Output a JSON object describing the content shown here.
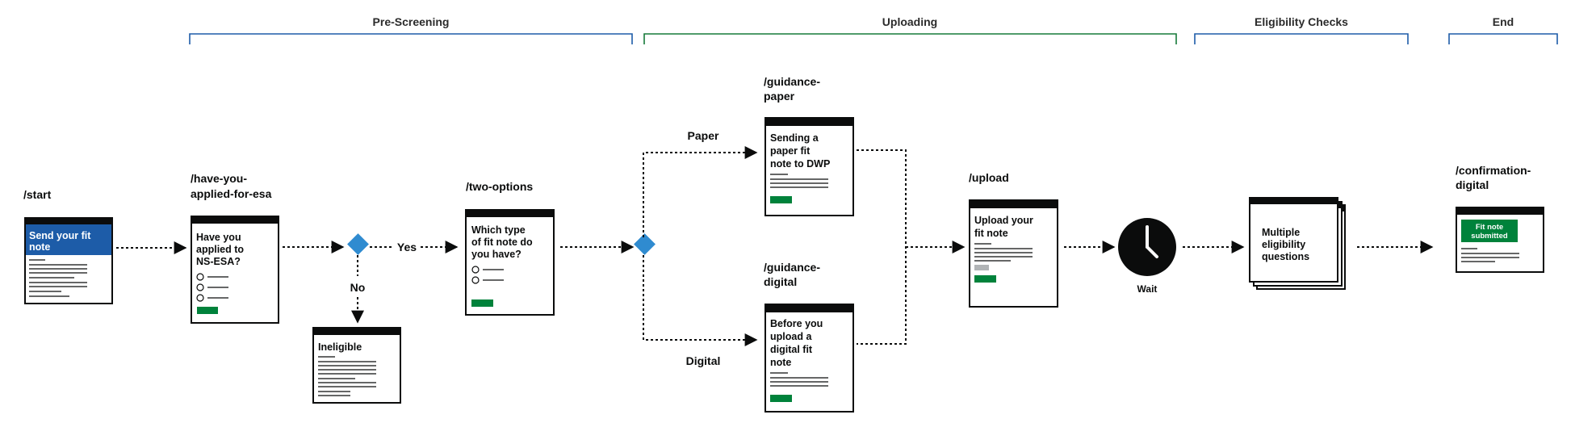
{
  "colors": {
    "blue_bracket": "#1d5ca8",
    "green_bracket": "#177a3a",
    "decision_diamond": "#2f8bd0",
    "start_banner": "#1d5ca8",
    "govuk_green": "#00823b",
    "ink": "#0b0c0c"
  },
  "phases": [
    {
      "label": "Pre-Screening"
    },
    {
      "label": "Uploading"
    },
    {
      "label": "Eligibility Checks"
    },
    {
      "label": "End"
    }
  ],
  "pages": {
    "start": {
      "route": "/start",
      "heading": [
        "Send your fit",
        "note"
      ]
    },
    "applied": {
      "route": [
        "/have-you-",
        "applied-for-esa"
      ],
      "heading": [
        "Have you",
        "applied to",
        "NS-ESA?"
      ]
    },
    "ineligible": {
      "heading": "Ineligible"
    },
    "two_options": {
      "route": "/two-options",
      "heading": [
        "Which type",
        "of fit note do",
        "you have?"
      ]
    },
    "guidance_paper": {
      "route": [
        "/guidance-",
        "paper"
      ],
      "heading": [
        "Sending a",
        "paper fit",
        "note to DWP"
      ]
    },
    "guidance_digital": {
      "route": [
        "/guidance-",
        "digital"
      ],
      "heading": [
        "Before you",
        "upload a",
        "digital fit",
        "note"
      ]
    },
    "upload": {
      "route": "/upload",
      "heading": [
        "Upload your",
        "fit note"
      ]
    },
    "eligibility": {
      "heading": [
        "Multiple",
        "eligibility",
        "questions"
      ]
    },
    "confirmation": {
      "route": [
        "/confirmation-",
        "digital"
      ],
      "banner": [
        "Fit note",
        "submitted"
      ]
    }
  },
  "branches": {
    "yes": "Yes",
    "no": "No",
    "paper": "Paper",
    "digital": "Digital"
  },
  "wait": {
    "label": "Wait",
    "icon": "clock-icon"
  }
}
